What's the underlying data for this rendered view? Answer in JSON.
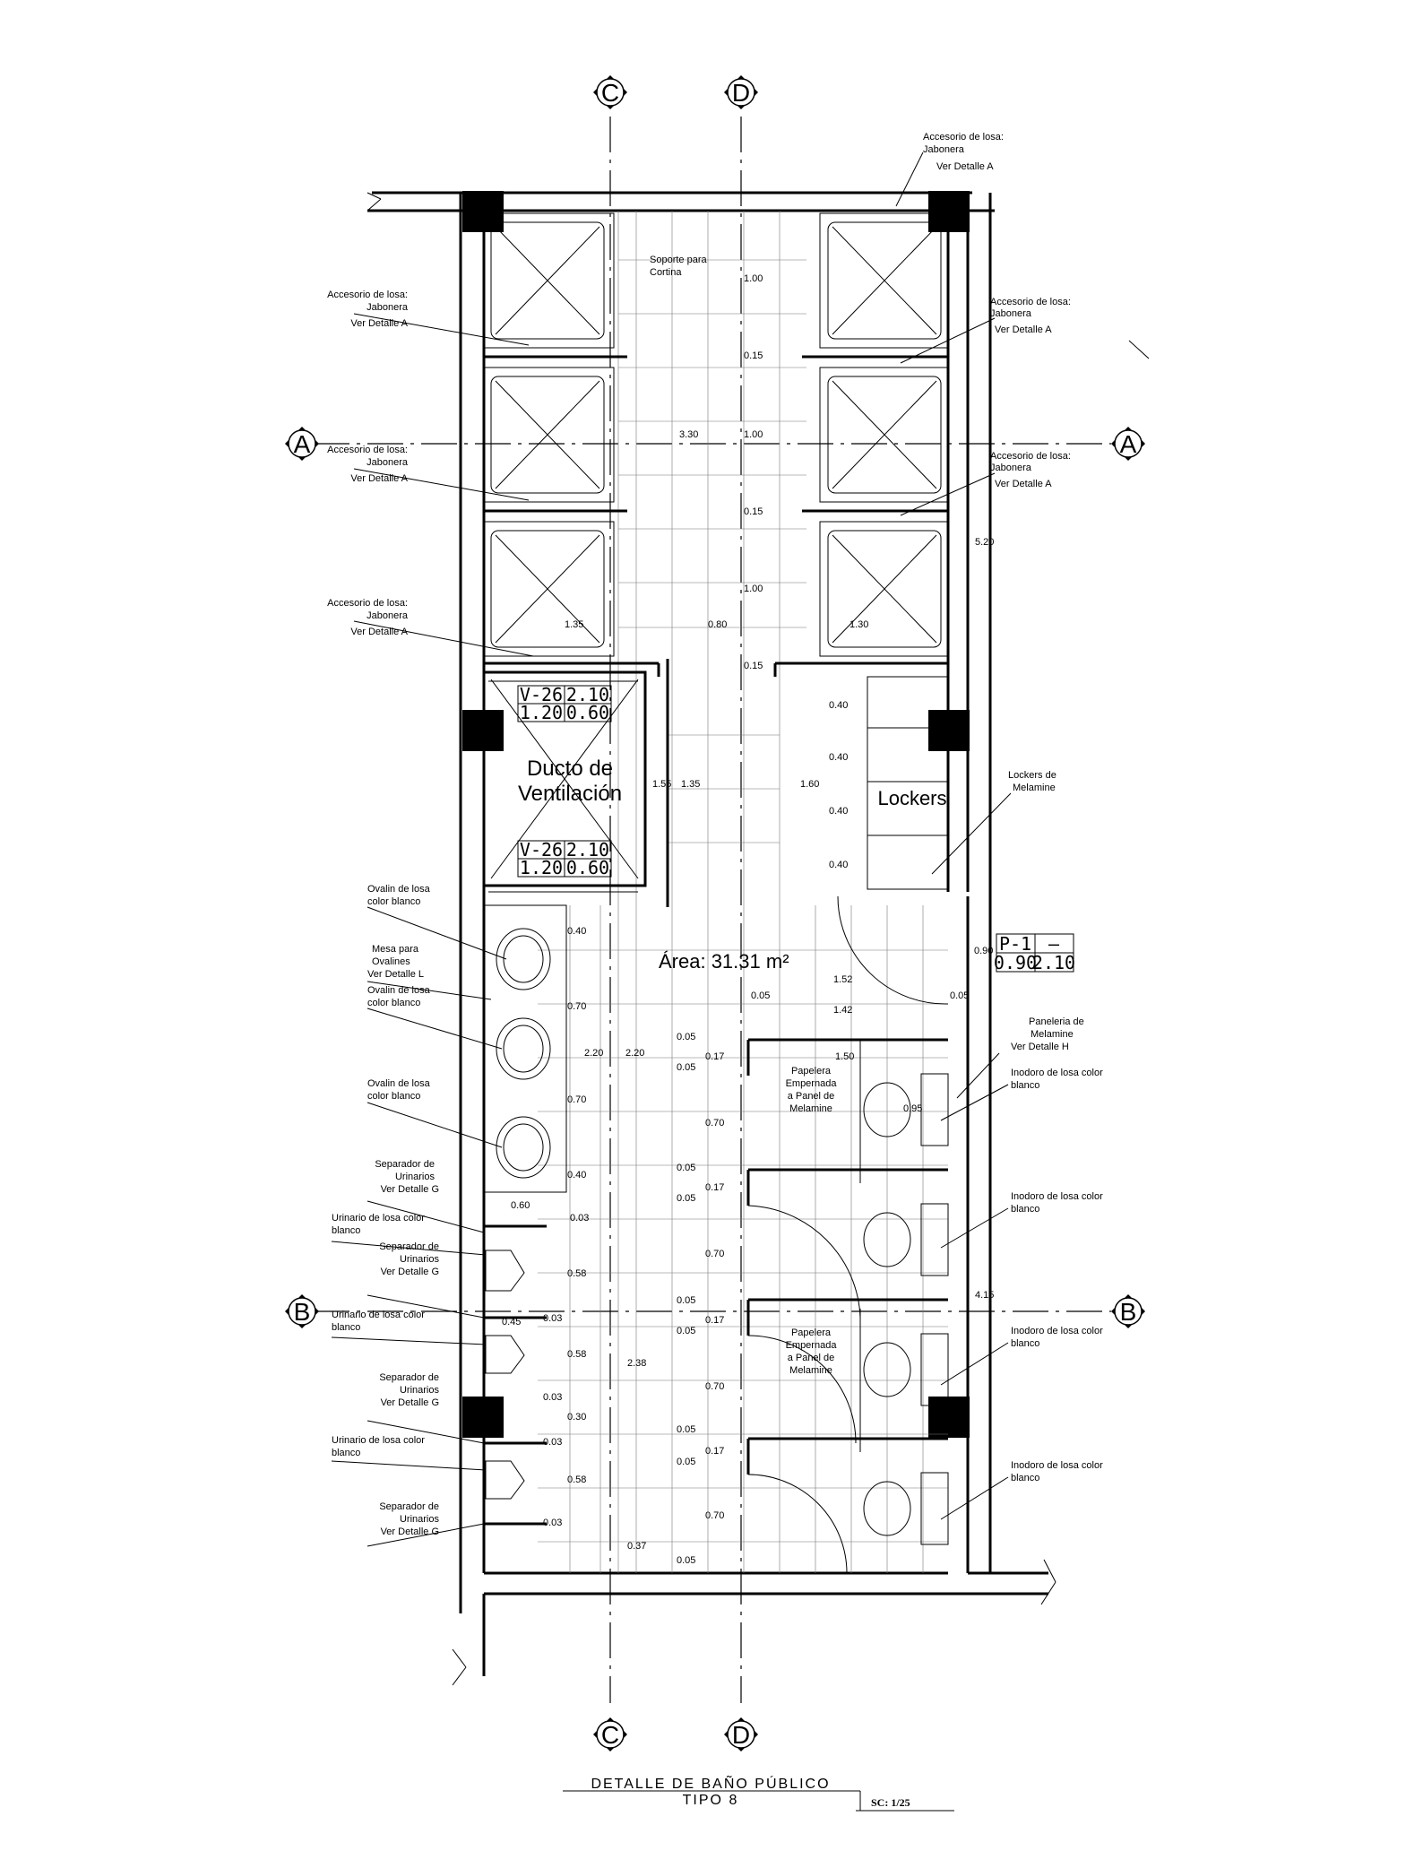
{
  "axes": {
    "c": "C",
    "d": "D",
    "a": "A",
    "b": "B"
  },
  "rooms": {
    "ducto_line1": "Ducto de",
    "ducto_line2": "Ventilación",
    "lockers": "Lockers",
    "area": "Área: 31.31 m²"
  },
  "window_tags": [
    {
      "code": "V-26",
      "h": "2.10",
      "w": "1.20",
      "s": "0.60"
    },
    {
      "code": "V-26",
      "h": "2.10",
      "w": "1.20",
      "s": "0.60"
    }
  ],
  "door_tag": {
    "code": "P-1",
    "dash": "–",
    "w": "0.90",
    "h": "2.10"
  },
  "labels": {
    "jab_top_1": "Accesorio  de losa:",
    "jab_top_2": "Jabonera",
    "jab_top_3": "Ver Detalle A",
    "soporte_1": "Soporte para",
    "soporte_2": "Cortina",
    "jab_l1_1": "Accesorio  de losa:",
    "jab_l1_2": "Jabonera",
    "jab_l1_3": "Ver Detalle A",
    "jab_r1_1": "Accesorio  de losa:",
    "jab_r1_2": "Jabonera",
    "jab_r1_3": "Ver Detalle A",
    "jab_l2_1": "Accesorio  de losa:",
    "jab_l2_2": "Jabonera",
    "jab_l2_3": "Ver Detalle A",
    "jab_r2_1": "Accesorio  de losa:",
    "jab_r2_2": "Jabonera",
    "jab_r2_3": "Ver Detalle A",
    "jab_l3_1": "Accesorio  de losa:",
    "jab_l3_2": "Jabonera",
    "jab_l3_3": "Ver Detalle A",
    "lockers_mel_1": "Lockers de",
    "lockers_mel_2": "Melamine",
    "ovalin1_1": "Ovalin de losa",
    "ovalin1_2": "color blanco",
    "mesa_1": "Mesa para",
    "mesa_2": "Ovalines",
    "mesa_3": "Ver Detalle L",
    "ovalin2_1": "Ovalin de losa",
    "ovalin2_2": "color blanco",
    "ovalin3_1": "Ovalin de losa",
    "ovalin3_2": "color blanco",
    "sep1_1": "Separador de",
    "sep1_2": "Urinarios",
    "sep1_3": "Ver Detalle G",
    "uri1_1": "Urinario  de losa color",
    "uri1_2": "blanco",
    "sep2_1": "Separador de",
    "sep2_2": "Urinarios",
    "sep2_3": "Ver Detalle G",
    "uri2_1": "Urinario  de losa color",
    "uri2_2": "blanco",
    "sep3_1": "Separador de",
    "sep3_2": "Urinarios",
    "sep3_3": "Ver Detalle G",
    "uri3_1": "Urinario  de losa color",
    "uri3_2": "blanco",
    "sep4_1": "Separador de",
    "sep4_2": "Urinarios",
    "sep4_3": "Ver Detalle G",
    "panel_1": "Paneleria de",
    "panel_2": "Melamine",
    "panel_3": "Ver Detalle H",
    "ino1_1": "Inodoro  de losa color",
    "ino1_2": "blanco",
    "ino2_1": "Inodoro  de losa  color",
    "ino2_2": "blanco",
    "ino3_1": "Inodoro  de losa  color",
    "ino3_2": "blanco",
    "ino4_1": "Inodoro  de losa  color",
    "ino4_2": "blanco",
    "pap1_1": "Papelera",
    "pap1_2": "Empernada",
    "pap1_3": "a Panel de",
    "pap1_4": "Melamine",
    "pap2_1": "Papelera",
    "pap2_2": "Empernada",
    "pap2_3": "a Panel de",
    "pap2_4": "Melamine"
  },
  "dims": {
    "d100a": "1.00",
    "d015a": "0.15",
    "d330": "3.30",
    "d100b": "1.00",
    "d015b": "0.15",
    "d100c": "1.00",
    "d135a": "1.35",
    "d080": "0.80",
    "d130": "1.30",
    "d015c": "0.15",
    "d520": "5.20",
    "d040a": "0.40",
    "d040b": "0.40",
    "d040c": "0.40",
    "d040d": "0.40",
    "d155": "1.55",
    "d135b": "1.35",
    "d160": "1.60",
    "d040e": "0.40",
    "d090": "0.90",
    "d152": "1.52",
    "d005a": "0.05",
    "d005b": "0.05",
    "d142": "1.42",
    "d070a": "0.70",
    "d220a": "2.20",
    "d220b": "2.20",
    "d005c": "0.05",
    "d017a": "0.17",
    "d005d": "0.05",
    "d150": "1.50",
    "d095": "0.95",
    "d070b": "0.70",
    "d070c": "0.70",
    "d040f": "0.40",
    "d005e": "0.05",
    "d017b": "0.17",
    "d005f": "0.05",
    "d060": "0.60",
    "d003a": "0.03",
    "d070d": "0.70",
    "d058a": "0.58",
    "d005g": "0.05",
    "d017c": "0.17",
    "d005h": "0.05",
    "d045": "0.45",
    "d003b": "0.03",
    "d058b": "0.58",
    "d238": "2.38",
    "d070e": "0.70",
    "d003c": "0.03",
    "d030": "0.30",
    "d005i": "0.05",
    "d017d": "0.17",
    "d005j": "0.05",
    "d003d": "0.03",
    "d058c": "0.58",
    "d070f": "0.70",
    "d003e": "0.03",
    "d037": "0.37",
    "d005k": "0.05",
    "d415": "4.15"
  },
  "title": {
    "line1": "DETALLE DE BAÑO PÚBLICO",
    "line2": "TIPO 8",
    "scale": "SC: 1/25"
  }
}
